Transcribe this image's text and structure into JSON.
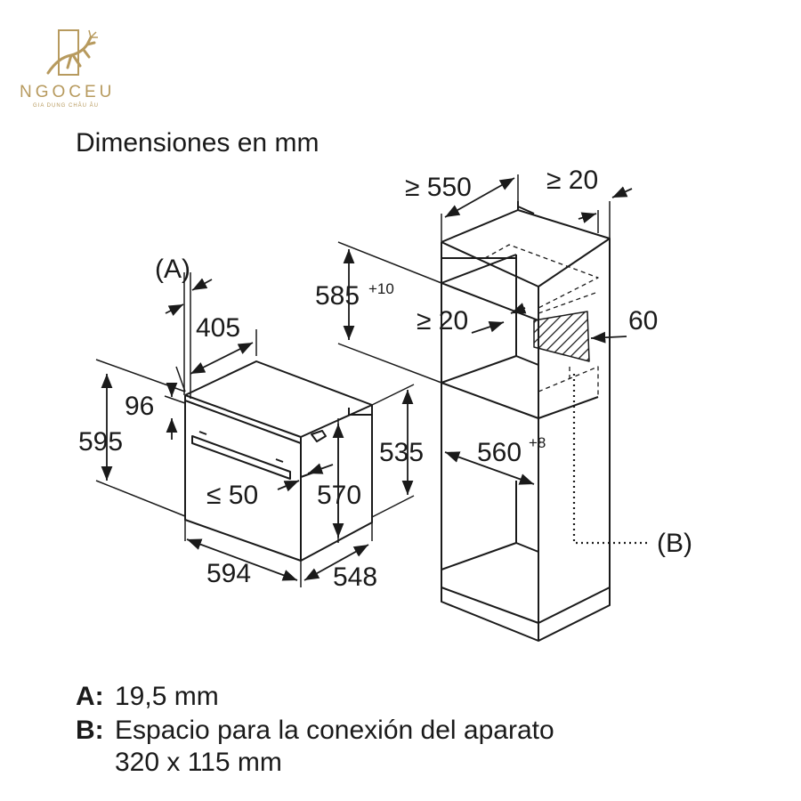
{
  "logo": {
    "name": "NGOCEU",
    "tagline": "GIA DỤNG CHÂU ÂU",
    "color": "#b79a5e"
  },
  "title": "Dimensiones en mm",
  "callouts": {
    "a": "(A)",
    "b": "(B)"
  },
  "oven_dims": {
    "d405": "405",
    "d96": "96",
    "d595": "595",
    "d50": "≤ 50",
    "d570": "570",
    "d535": "535",
    "d594": "594",
    "d548": "548"
  },
  "cabinet_dims": {
    "d550": "≥ 550",
    "d20_top": "≥ 20",
    "d585": "585",
    "d585_sup": "+10",
    "d20_mid": "≥ 20",
    "d60": "60",
    "d560": "560",
    "d560_sup": "+8"
  },
  "legend": {
    "a_key": "A:",
    "a_text": "19,5 mm",
    "b_key": "B:",
    "b_text_line1": "Espacio para la conexión del aparato",
    "b_text_line2": "320 x 115 mm"
  },
  "colors": {
    "line": "#1a1a1a",
    "accent": "#b79a5e"
  }
}
